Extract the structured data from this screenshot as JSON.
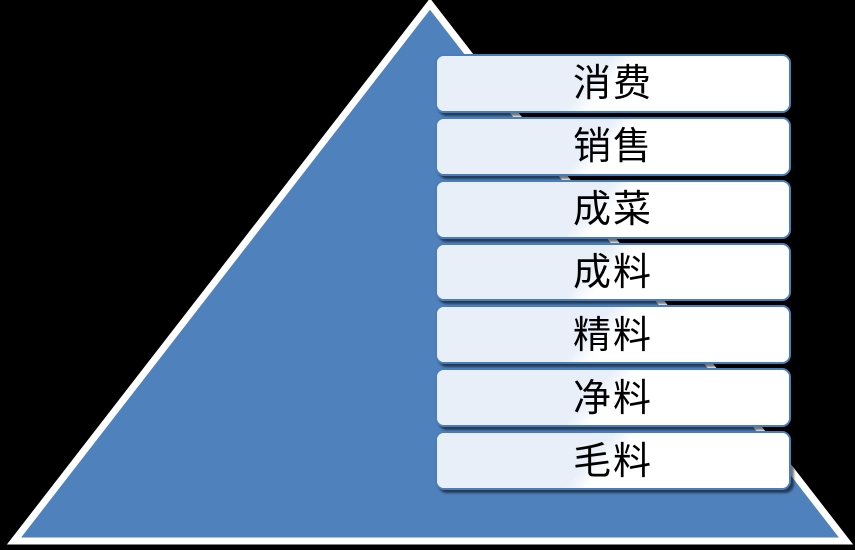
{
  "diagram": {
    "type": "pyramid",
    "title": "",
    "shape_name": "triangle-pyramid",
    "colors": {
      "background": "#000000",
      "pyramid_fill": "#4f81bd",
      "pyramid_outline": "#ffffff",
      "box_border": "#4a7ebb",
      "box_fill_light": "#e9eff9",
      "box_fill_highlight": "#ffffff",
      "label_text": "#000000"
    },
    "levels": [
      {
        "index": 1,
        "label": "消费"
      },
      {
        "index": 2,
        "label": "销售"
      },
      {
        "index": 3,
        "label": "成菜"
      },
      {
        "index": 4,
        "label": "成料"
      },
      {
        "index": 5,
        "label": "精料"
      },
      {
        "index": 6,
        "label": "净料"
      },
      {
        "index": 7,
        "label": "毛料"
      }
    ]
  }
}
